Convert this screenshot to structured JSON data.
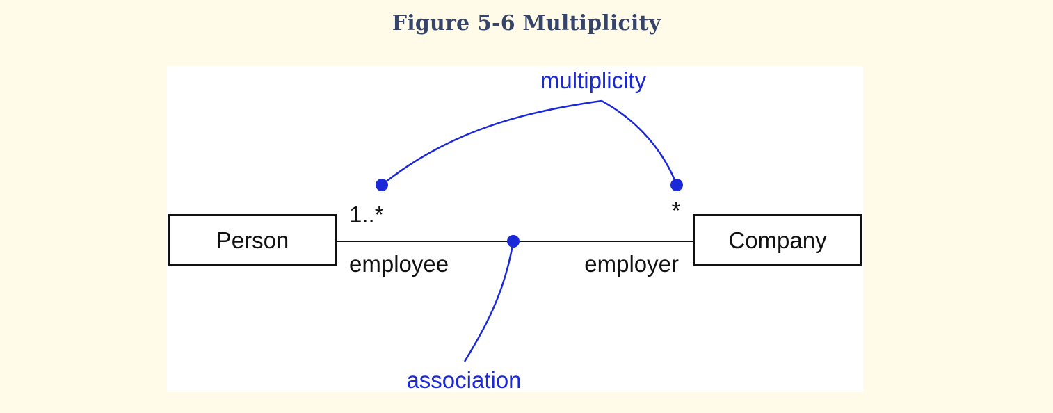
{
  "figure": {
    "title": "Figure 5-6 Multiplicity"
  },
  "diagram": {
    "classes": {
      "left": "Person",
      "right": "Company"
    },
    "multiplicity": {
      "left": "1..*",
      "right": "*"
    },
    "roles": {
      "left": "employee",
      "right": "employer"
    },
    "callouts": {
      "multiplicity": "multiplicity",
      "association": "association"
    },
    "colors": {
      "callout": "#1a28d8",
      "line": "#111111",
      "title": "#354468",
      "page_background": "#fffbe8"
    }
  }
}
